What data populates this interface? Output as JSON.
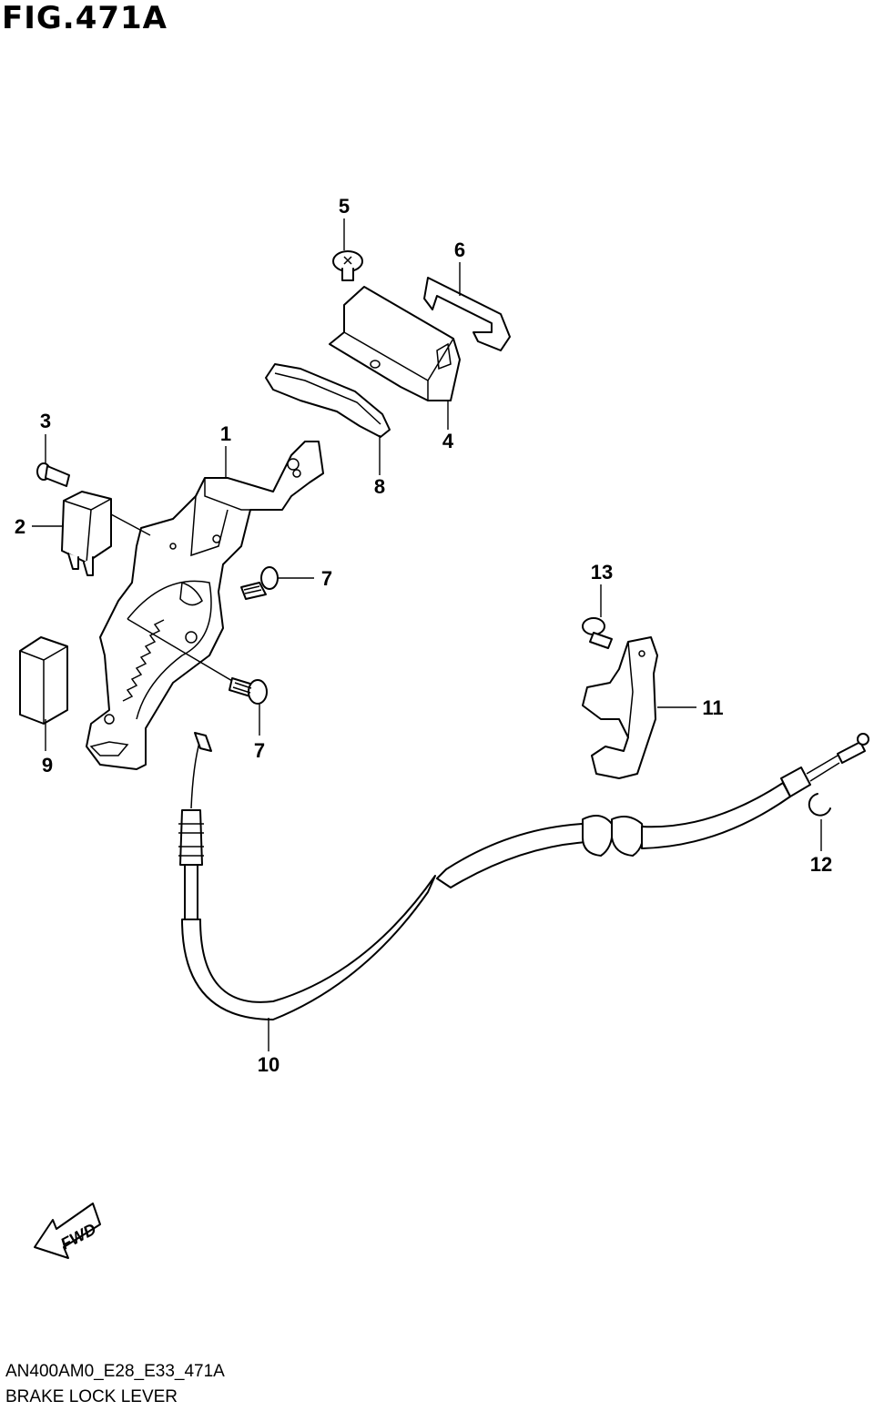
{
  "figure": {
    "title": "FIG.471A",
    "code": "AN400AM0_E28_E33_471A",
    "name": "BRAKE LOCK LEVER"
  },
  "fwd_label": "FWD",
  "callouts": [
    {
      "id": "c1",
      "label": "1"
    },
    {
      "id": "c2",
      "label": "2"
    },
    {
      "id": "c3",
      "label": "3"
    },
    {
      "id": "c4",
      "label": "4"
    },
    {
      "id": "c5",
      "label": "5"
    },
    {
      "id": "c6",
      "label": "6"
    },
    {
      "id": "c7a",
      "label": "7"
    },
    {
      "id": "c7b",
      "label": "7"
    },
    {
      "id": "c8",
      "label": "8"
    },
    {
      "id": "c9",
      "label": "9"
    },
    {
      "id": "c10",
      "label": "10"
    },
    {
      "id": "c11",
      "label": "11"
    },
    {
      "id": "c12",
      "label": "12"
    },
    {
      "id": "c13",
      "label": "13"
    }
  ]
}
